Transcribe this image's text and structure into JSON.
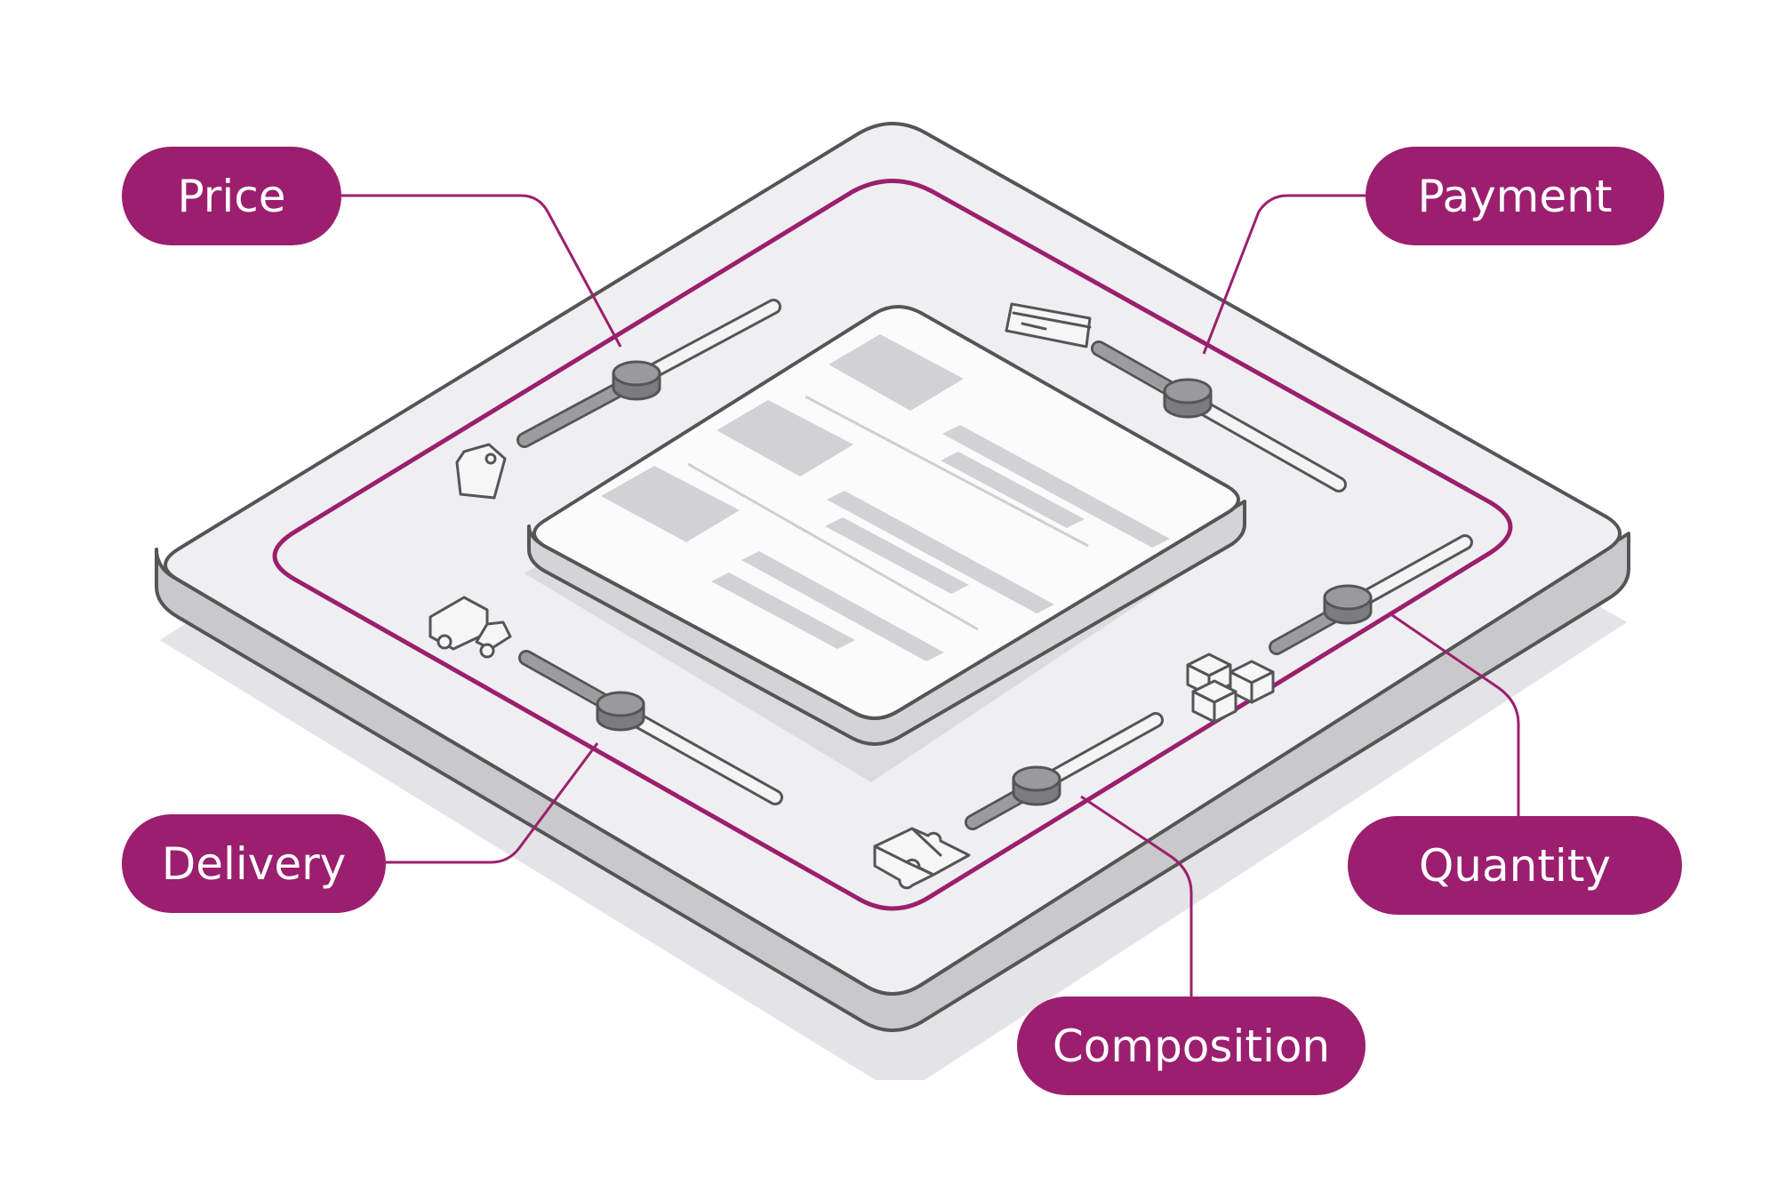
{
  "colors": {
    "accent": "#9b1f6e",
    "outline": "#555555",
    "platform_top": "#efeff1",
    "platform_side": "#c9c9cc",
    "platform_shadow": "#e3e3e5",
    "panel_top": "#fbfbfc",
    "placeholder": "#d2d2d4",
    "slider_track": "#9c9c9f",
    "slider_knob": "#8a8a8d"
  },
  "labels": {
    "price": "Price",
    "payment": "Payment",
    "delivery": "Delivery",
    "quantity": "Quantity",
    "composition": "Composition"
  },
  "icons": {
    "price": "price-tag-icon",
    "payment": "credit-card-icon",
    "delivery": "delivery-truck-icon",
    "quantity": "cube-stack-icon",
    "composition": "puzzle-icon"
  }
}
